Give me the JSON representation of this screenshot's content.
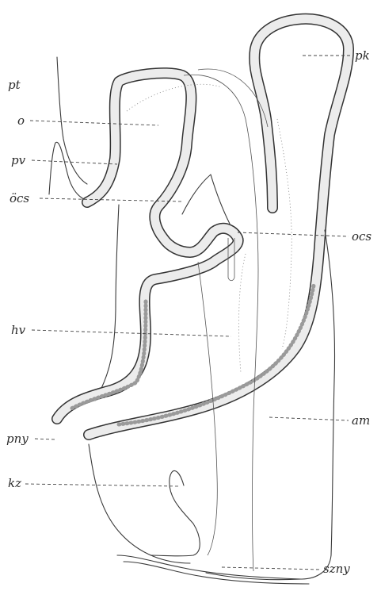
{
  "labels": {
    "pt": "pt",
    "o": "o",
    "pv": "pv",
    "ocs_left": "öcs",
    "hv": "hv",
    "pny": "pny",
    "kz": "kz",
    "pk": "pk",
    "ocs_right": "ocs",
    "am": "am",
    "szny": "szny"
  }
}
